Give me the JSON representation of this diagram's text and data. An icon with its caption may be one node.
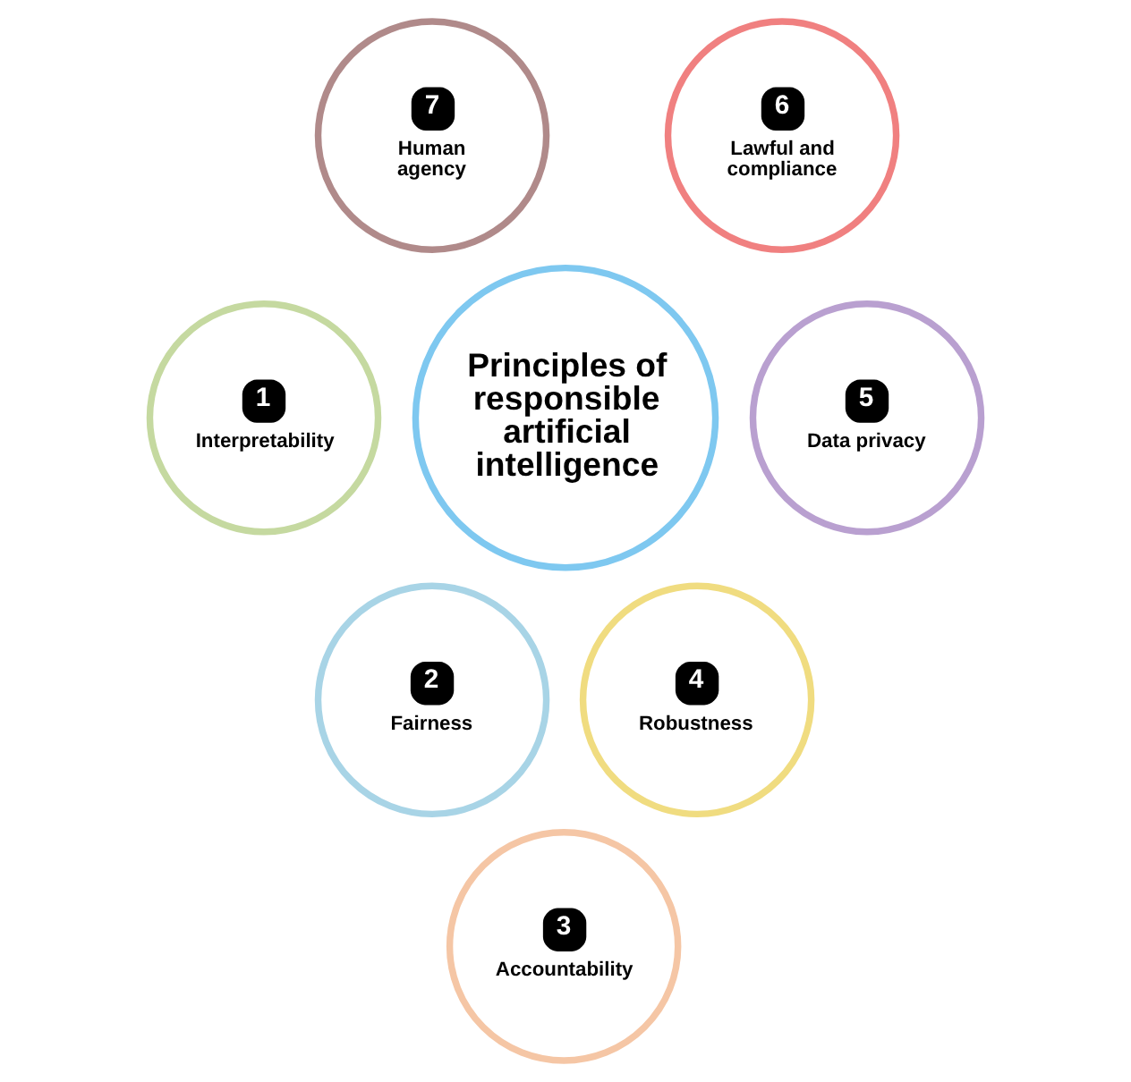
{
  "diagram": {
    "nodes": [
      {
        "text": [
          "Principles of responsible artificial intelligence"
        ]
      },
      {
        "text": [
          "1",
          "Interpretability"
        ]
      },
      {
        "text": [
          "2",
          "Fairness"
        ]
      },
      {
        "text": [
          "3",
          "Accountability"
        ]
      },
      {
        "text": [
          "4",
          "Robustness"
        ]
      },
      {
        "text": [
          "5",
          "Data privacy"
        ]
      },
      {
        "text": [
          "6",
          "Lawful and compliance"
        ]
      },
      {
        "text": [
          "7",
          "Human agency"
        ]
      }
    ],
    "edges": []
  }
}
